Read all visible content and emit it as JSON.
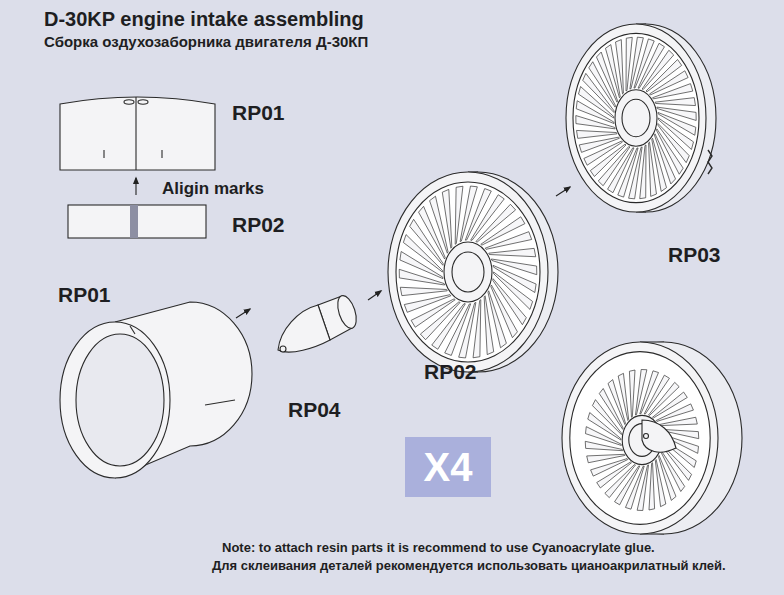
{
  "diagram": {
    "title": "D-30KP engine intake assembling",
    "nodes": [
      {
        "text": [
          "X4"
        ]
      }
    ],
    "labels": [
      "Сборка оздухозаборника двигателя Д-30КП",
      "RP01",
      "Aligin marks",
      "RP02",
      "RP01",
      "RP04",
      "RP02",
      "RP03",
      "Note: to attach resin parts it is recommend to use Cyanoacrylate glue.",
      "Для склеивания деталей рекомендуется использовать цианоакрилатный клей."
    ]
  }
}
